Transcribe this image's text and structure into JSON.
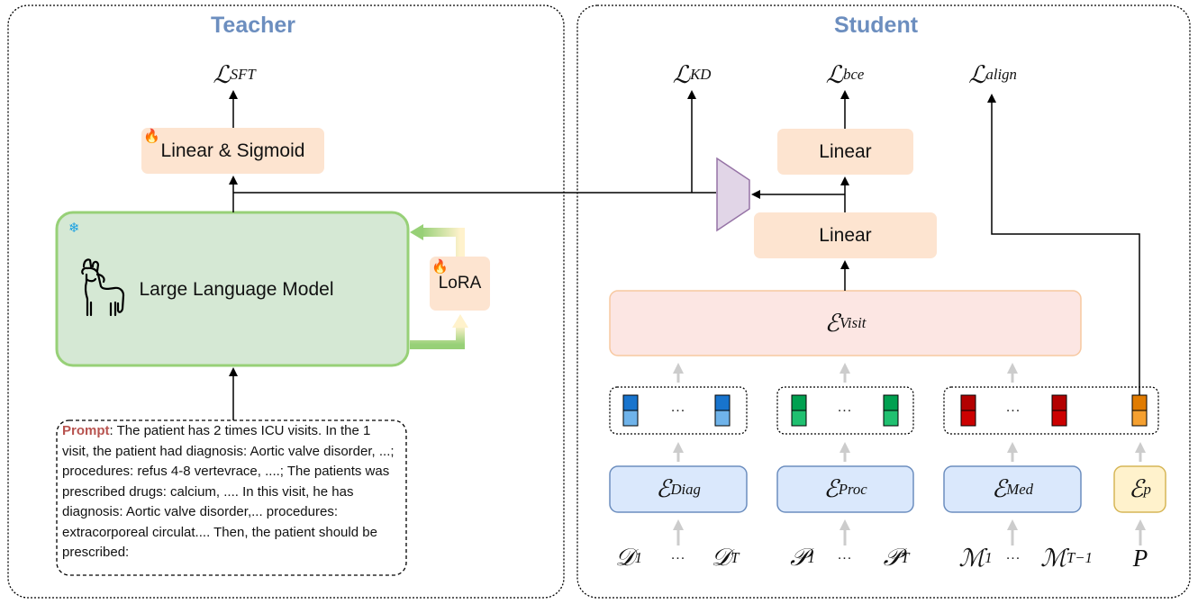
{
  "teacher": {
    "title": "Teacher",
    "loss_sft": {
      "base": "ℒ",
      "sub": "SFT"
    },
    "linear_sigmoid_label": "Linear & Sigmoid",
    "llm_label": "Large Language Model",
    "lora_label": "LoRA",
    "prompt_key": "Prompt",
    "prompt_text": ": The patient has 2 times ICU visits. In the 1 visit, the patient had diagnosis: Aortic valve disorder, ...; procedures: refus 4-8 vertevrace, ....; The patients was prescribed drugs: calcium, .... In this visit, he has diagnosis: Aortic valve disorder,... procedures: extracorporeal circulat.... Then, the patient should be prescribed:"
  },
  "student": {
    "title": "Student",
    "loss_kd": {
      "base": "ℒ",
      "sub": "KD"
    },
    "loss_bce": {
      "base": "ℒ",
      "sub": "bce"
    },
    "loss_align": {
      "base": "ℒ",
      "sub": "align"
    },
    "linear_top_label": "Linear",
    "linear_bottom_label": "Linear",
    "enc_visit": {
      "base": "ℰ",
      "sub": "Visit"
    },
    "enc_diag": {
      "base": "ℰ",
      "sub": "Diag"
    },
    "enc_proc": {
      "base": "ℰ",
      "sub": "Proc"
    },
    "enc_med": {
      "base": "ℰ",
      "sub": "Med"
    },
    "enc_p": {
      "base": "ℰ",
      "sub": "p"
    },
    "ellipsis": "...",
    "diag_first": {
      "base": "𝒟",
      "sub": "1"
    },
    "diag_last": {
      "base": "𝒟",
      "sub": "T"
    },
    "proc_first": {
      "base": "𝒫",
      "sub": "1"
    },
    "proc_last": {
      "base": "𝒫",
      "sub": "T"
    },
    "med_first": {
      "base": "ℳ",
      "sub": "1"
    },
    "med_last": {
      "base": "ℳ",
      "sub": "T−1"
    },
    "patient": "P"
  },
  "colors": {
    "title_blue": "#6c8ebf",
    "linear_fill": "#fde4d0",
    "llm_fill": "#d5e8d4",
    "llm_stroke": "#82b366",
    "encoder_fill": "#dae8fc",
    "encoder_stroke": "#6c8ebf",
    "visit_fill": "#fce6e3",
    "visit_stroke": "#f7c8a0",
    "patient_fill": "#fff2cc",
    "patient_stroke": "#d6b656",
    "trapezoid_fill": "#e1d5e7",
    "trapezoid_stroke": "#9673a6",
    "prompt_key": "#b85450",
    "diag_token": "#1874cd",
    "proc_token": "#00a050",
    "med_token": "#b30000",
    "patient_token": "#e07b00",
    "faded_arrow": "#cccccc"
  }
}
